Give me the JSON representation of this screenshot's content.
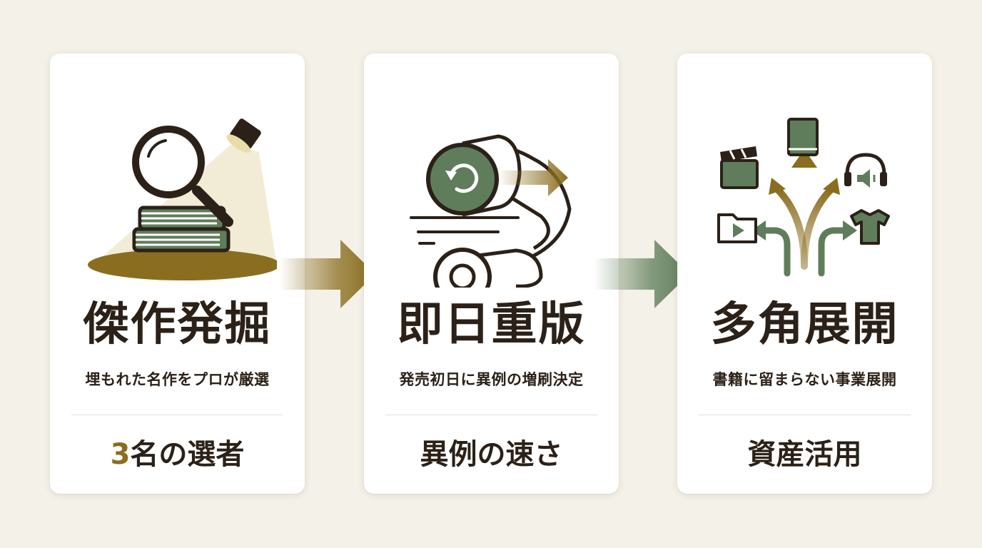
{
  "steps": [
    {
      "title": "傑作発掘",
      "subtitle": "埋もれた名作をプロが厳選",
      "footer_number": "3",
      "footer_text": "名の選者",
      "icon": "spotlight-magnifier-books"
    },
    {
      "title": "即日重版",
      "subtitle": "発売初日に異例の増刷決定",
      "footer_text": "異例の速さ",
      "icon": "printing-press-rollers"
    },
    {
      "title": "多角展開",
      "subtitle": "書籍に留まらない事業展開",
      "footer_text": "資産活用",
      "icon": "branching-media-arrows"
    }
  ],
  "colors": {
    "gold": "#8a6d1f",
    "green": "#5f7d5a",
    "ink": "#2b2118",
    "background": "#f4f1e8"
  }
}
